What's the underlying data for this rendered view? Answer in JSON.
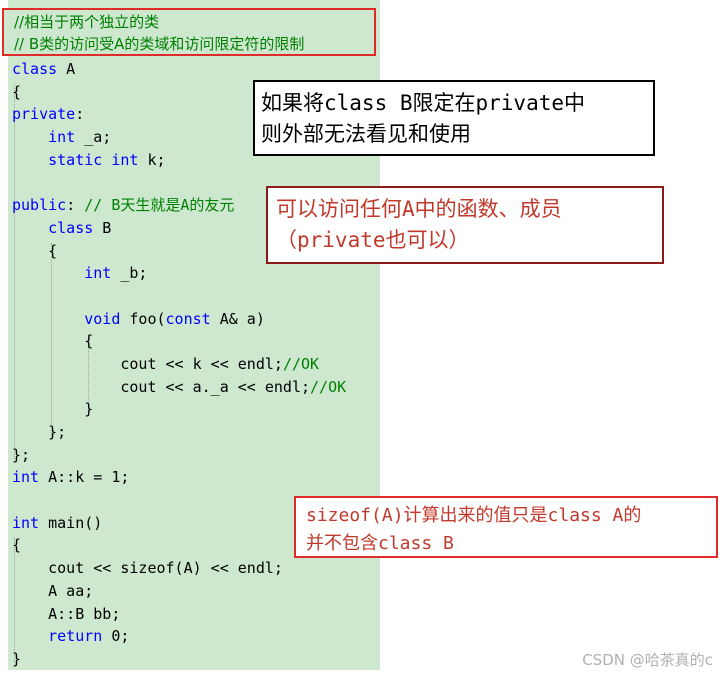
{
  "header_comment": {
    "line1": "//相当于两个独立的类",
    "line2": "// B类的访问受A的类域和访问限定符的限制"
  },
  "code": {
    "l01_kw": "class",
    "l01_rest": " A",
    "l02": "{",
    "l03_kw": "private",
    "l03_rest": ":",
    "l04_kw": "int",
    "l04_rest": " _a;",
    "l05_kw1": "static",
    "l05_kw2": "int",
    "l05_rest": " k;",
    "l07_kw": "public",
    "l07_rest": ": ",
    "l07_comment": "// B天生就是A的友元",
    "l08_kw": "class",
    "l08_rest": " B",
    "l09": "{",
    "l10_kw": "int",
    "l10_rest": " _b;",
    "l12_kw1": "void",
    "l12_fn": "foo",
    "l12_p1": "(",
    "l12_kw2": "const",
    "l12_p2": " A& a)",
    "l13": "{",
    "l14_a": "cout << k << endl;",
    "l14_cm": "//OK",
    "l15_a": "cout << a._a << endl;",
    "l15_cm": "//OK",
    "l16": "}",
    "l17": "};",
    "l18": "};",
    "l19_kw": "int",
    "l19_rest": " A::k = 1;",
    "l21_kw": "int",
    "l21_rest": " main()",
    "l22": "{",
    "l23": "cout << sizeof(A) << endl;",
    "l24": "A aa;",
    "l25": "A::B bb;",
    "l26_kw": "return",
    "l26_rest": " 0;",
    "l27": "}"
  },
  "annotations": {
    "note1_line1": "如果将class B限定在private中",
    "note1_line2": "则外部无法看见和使用",
    "note2_line1": "可以访问任何A中的函数、成员",
    "note2_line2": "（private也可以）",
    "note3_line1": "sizeof(A)计算出来的值只是class A的",
    "note3_line2": "并不包含class B"
  },
  "watermark": "CSDN @哈茶真的c",
  "colors": {
    "code_background": "#cde8cf",
    "keyword": "#0000ff",
    "comment": "#008000",
    "highlight_border_red": "#e02b2b",
    "note_text_red": "#c0392b"
  }
}
